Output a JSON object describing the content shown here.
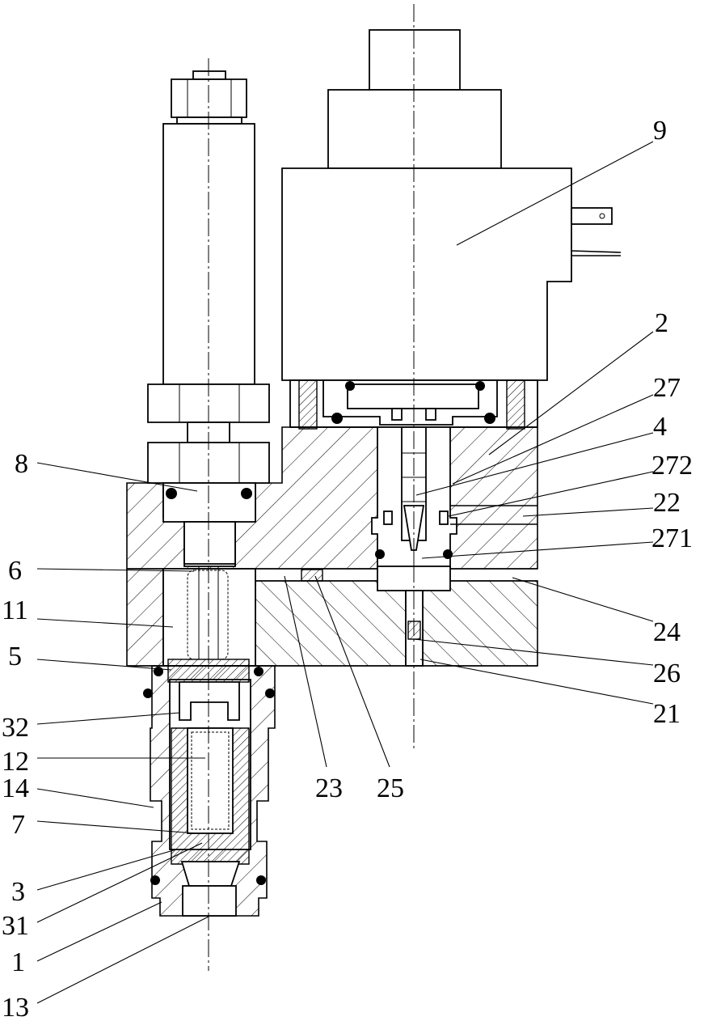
{
  "labels": {
    "l9": "9",
    "l2": "2",
    "l27": "27",
    "l4": "4",
    "l272": "272",
    "l22": "22",
    "l271": "271",
    "l24": "24",
    "l26": "26",
    "l21": "21",
    "l8": "8",
    "l6": "6",
    "l11": "11",
    "l5": "5",
    "l32": "32",
    "l12": "12",
    "l14": "14",
    "l7": "7",
    "l3": "3",
    "l31": "31",
    "l1": "1",
    "l13": "13",
    "l23": "23",
    "l25": "25"
  }
}
